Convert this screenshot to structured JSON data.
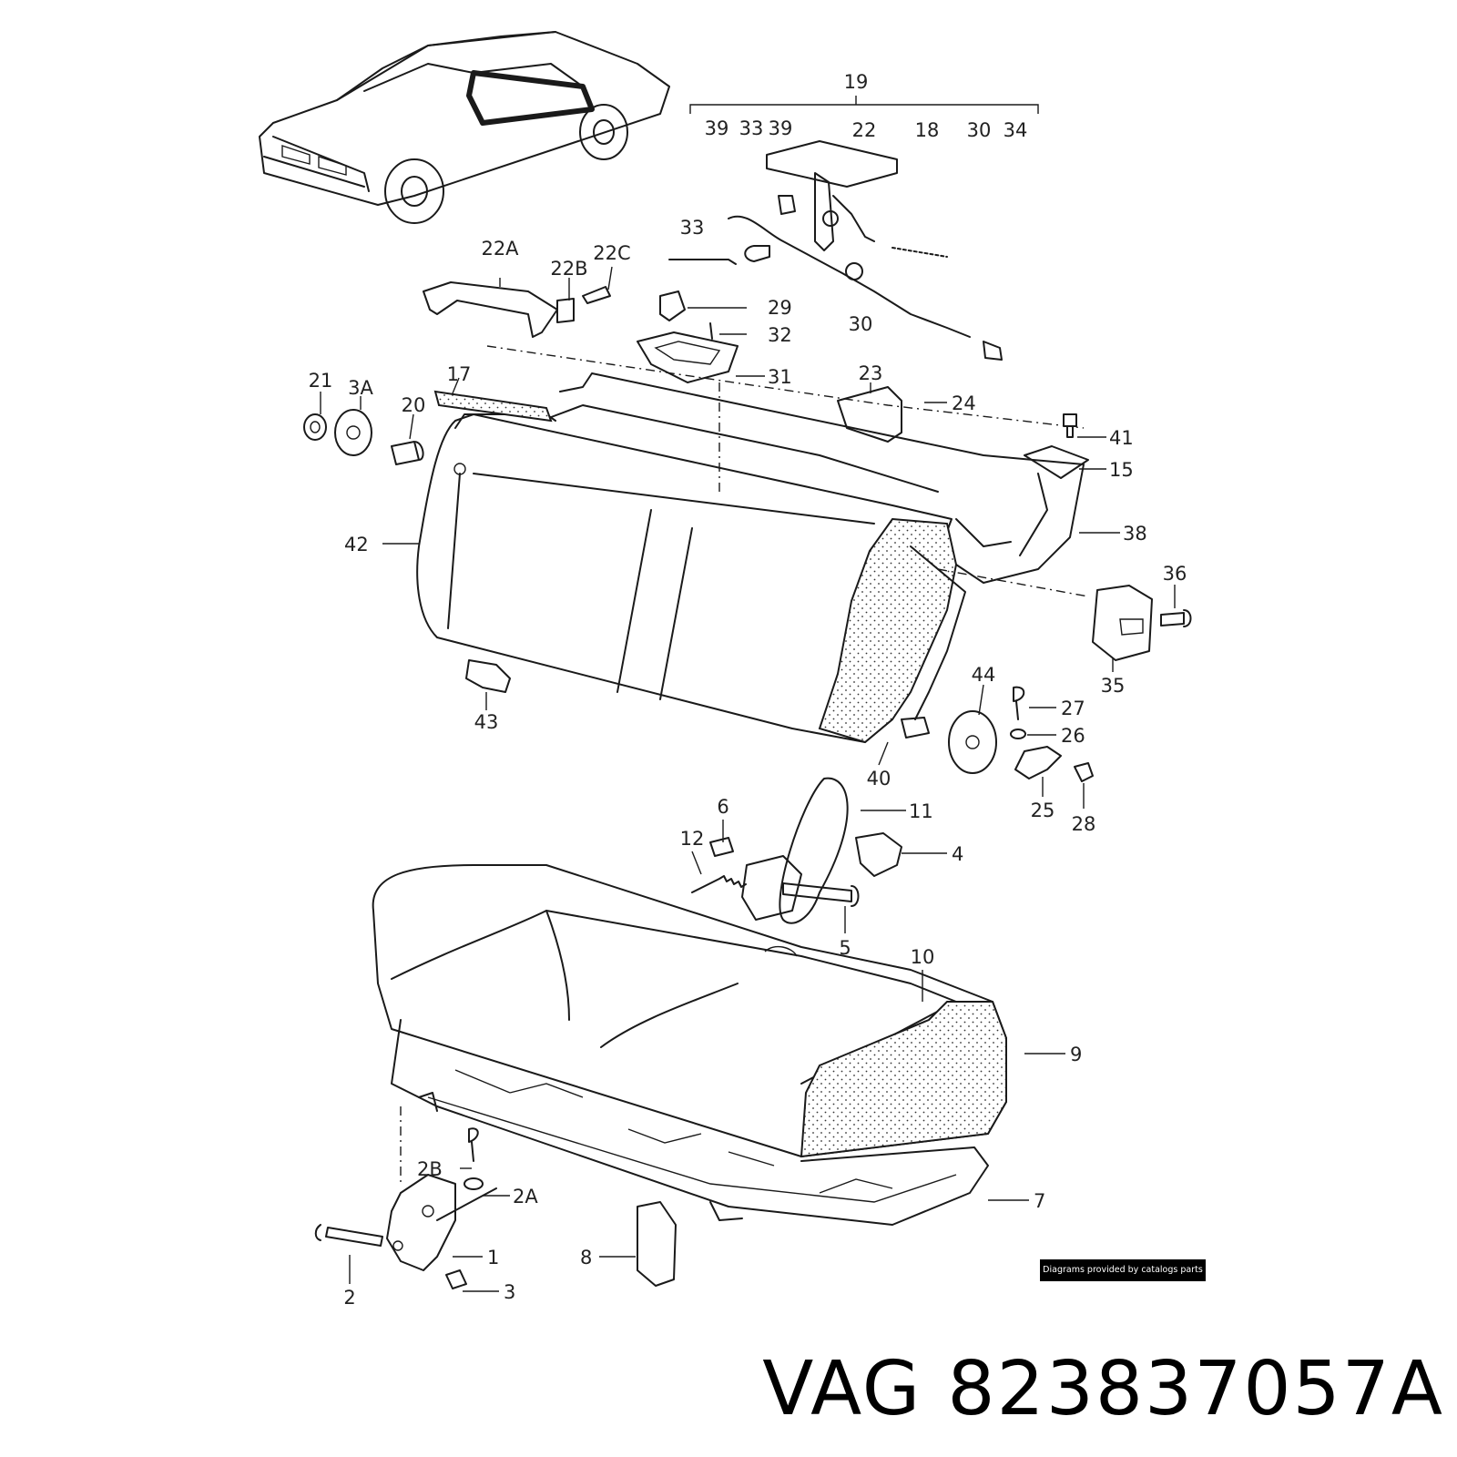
{
  "diagram": {
    "title": "VAG 823837057A",
    "credit": "Diagrams provided by catalogs parts",
    "callouts": [
      "19",
      "39",
      "33",
      "39",
      "22",
      "18",
      "30",
      "34",
      "33",
      "22A",
      "22B",
      "22C",
      "29",
      "32",
      "30",
      "31",
      "21",
      "3A",
      "20",
      "17",
      "23",
      "24",
      "41",
      "15",
      "38",
      "42",
      "36",
      "35",
      "43",
      "44",
      "27",
      "26",
      "40",
      "25",
      "28",
      "6",
      "11",
      "12",
      "4",
      "5",
      "10",
      "9",
      "2B",
      "2A",
      "7",
      "1",
      "8",
      "3",
      "2"
    ]
  }
}
